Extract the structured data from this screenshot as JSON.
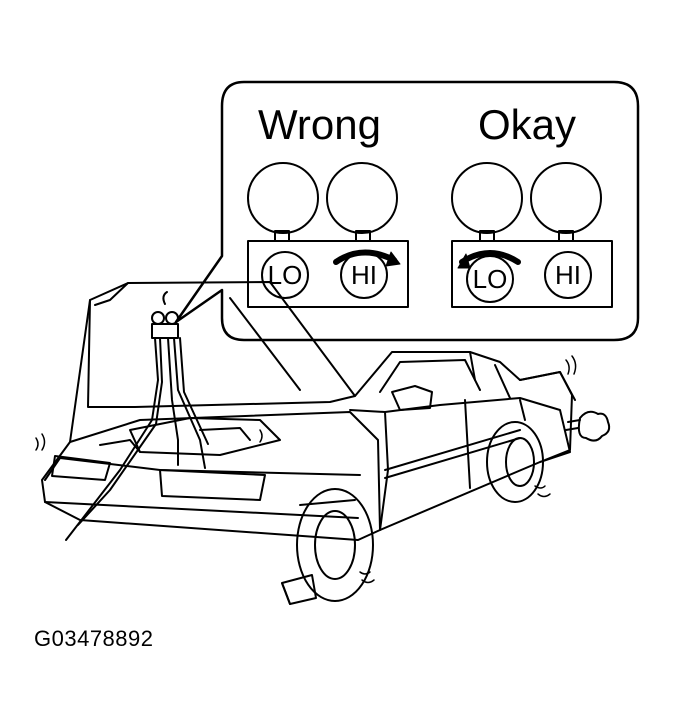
{
  "callout": {
    "wrong": {
      "heading": "Wrong",
      "low_gauge_label": "LO",
      "high_gauge_label": "HI",
      "open_valve": "HI"
    },
    "okay": {
      "heading": "Okay",
      "low_gauge_label": "LO",
      "high_gauge_label": "HI",
      "open_valve": "LO"
    }
  },
  "figure_code": "G03478892",
  "colors": {
    "line": "#000000",
    "background": "#ffffff"
  },
  "icons": {
    "valve_turn": "curved-arrow-icon"
  }
}
